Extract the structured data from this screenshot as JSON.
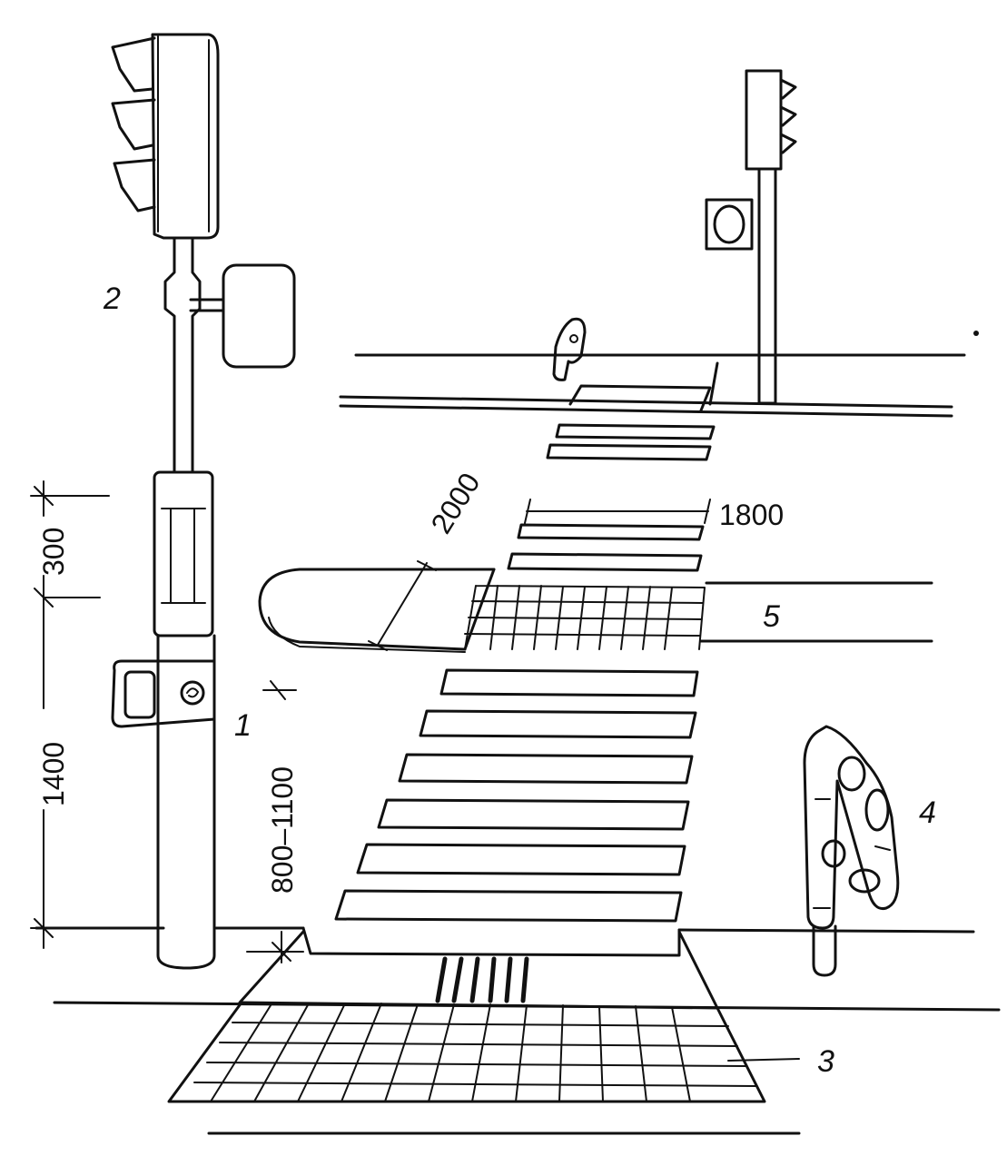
{
  "labels": {
    "item1": "1",
    "item2": "2",
    "item3": "3",
    "item4": "4",
    "item5": "5"
  },
  "dimensions": {
    "d300": "300",
    "d1400": "1400",
    "d800_1100": "800–1100",
    "d2000": "2000",
    "d1800": "1800"
  }
}
